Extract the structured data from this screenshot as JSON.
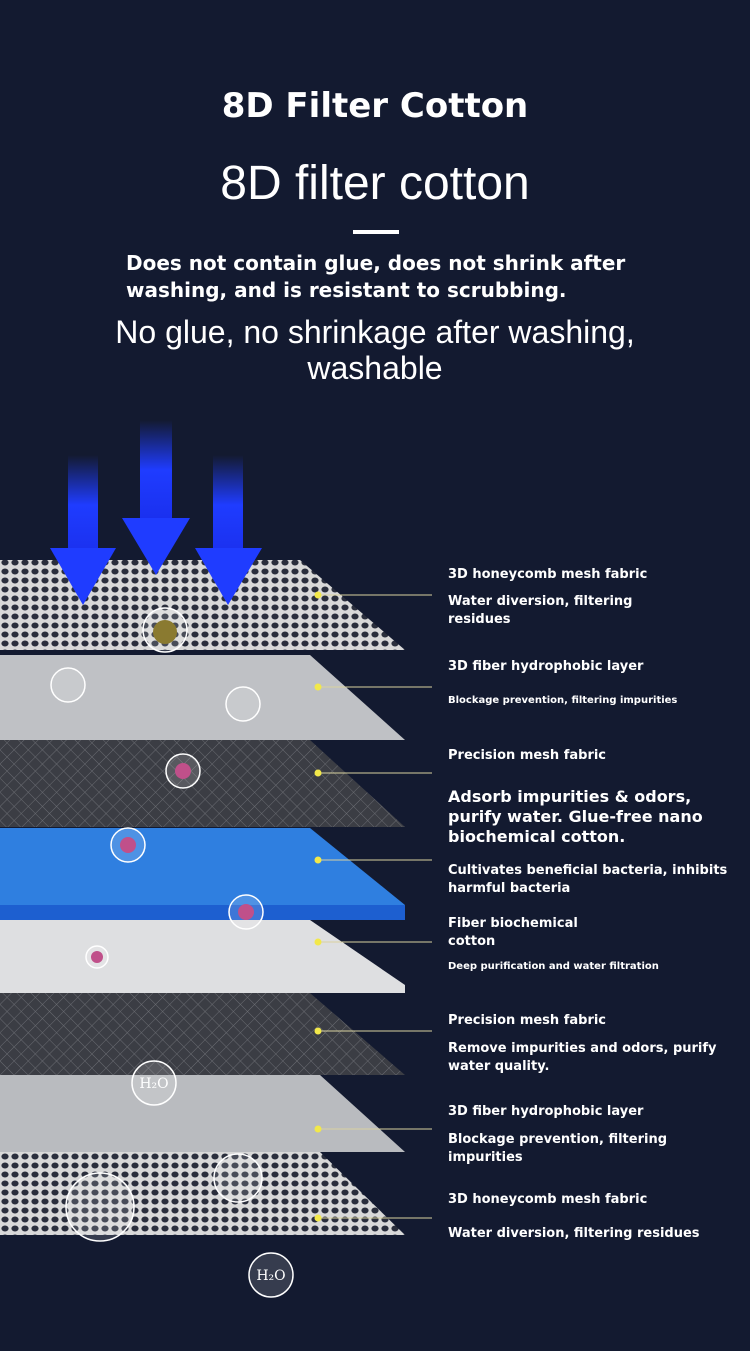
{
  "header": {
    "title": "8D Filter Cotton",
    "subtitle": "8D filter cotton",
    "description": "Does not contain glue, does not shrink after washing, and is resistant to scrubbing.",
    "tagline": "No glue, no shrinkage after washing, washable"
  },
  "layers": [
    {
      "name": "3D honeycomb mesh fabric",
      "desc": "Water diversion, filtering residues"
    },
    {
      "name": "3D fiber hydrophobic layer",
      "desc": "Blockage prevention, filtering impurities"
    },
    {
      "name": "Precision mesh fabric",
      "desc": "Adsorb impurities & odors, purify water. Glue-free nano biochemical cotton."
    },
    {
      "name": "",
      "desc": "Cultivates beneficial bacteria, inhibits harmful bacteria"
    },
    {
      "name": "Fiber biochemical cotton",
      "desc": "Deep purification and water filtration"
    },
    {
      "name": "Precision mesh fabric",
      "desc": "Remove impurities and odors, purify water quality."
    },
    {
      "name": "3D fiber hydrophobic layer",
      "desc": "Blockage prevention, filtering impurities"
    },
    {
      "name": "3D honeycomb mesh fabric",
      "desc": "Water diversion, filtering residues"
    }
  ],
  "bubbles": {
    "h2o": "H₂O"
  },
  "colors": {
    "background": "#131a30",
    "arrow": "#1f3cff",
    "dot": "#f2e84a",
    "blue_layer": "#2f7fe0"
  }
}
